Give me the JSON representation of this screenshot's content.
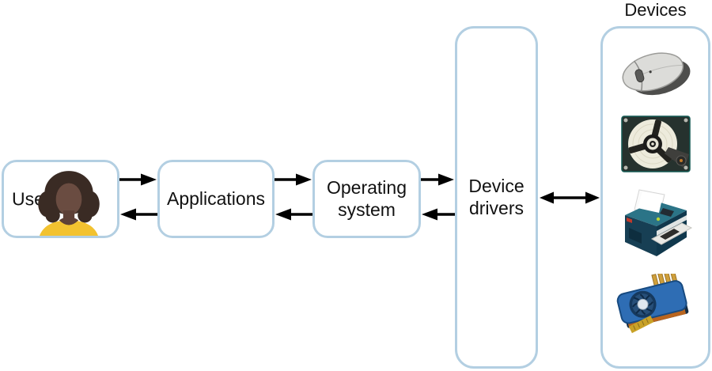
{
  "title": "Devices",
  "nodes": {
    "user": {
      "label": "User"
    },
    "applications": {
      "label": "Applications"
    },
    "operating_system": {
      "label": "Operating system"
    },
    "device_drivers": {
      "label": "Device drivers"
    },
    "devices": {
      "label": "Devices",
      "items": [
        {
          "name": "mouse"
        },
        {
          "name": "hard-disk-drive"
        },
        {
          "name": "printer"
        },
        {
          "name": "graphics-card"
        }
      ]
    }
  },
  "flows": [
    {
      "from": "user",
      "to": "applications",
      "direction": "both"
    },
    {
      "from": "applications",
      "to": "operating-system",
      "direction": "both"
    },
    {
      "from": "operating-system",
      "to": "device-drivers",
      "direction": "both"
    },
    {
      "from": "device-drivers",
      "to": "devices",
      "direction": "both"
    }
  ],
  "colors": {
    "box_border": "#b3cfe2",
    "box_fill": "#ffffff",
    "arrow": "#000000",
    "text": "#111111",
    "avatar_skin": "#6a4c41",
    "avatar_skin_dark": "#5d4037",
    "avatar_hair": "#3a2b24",
    "avatar_shirt": "#f2c230",
    "printer_teal": "#2b7487",
    "printer_navy": "#173f54",
    "gpu_blue": "#2e6db4",
    "gpu_gold": "#c9a227"
  }
}
